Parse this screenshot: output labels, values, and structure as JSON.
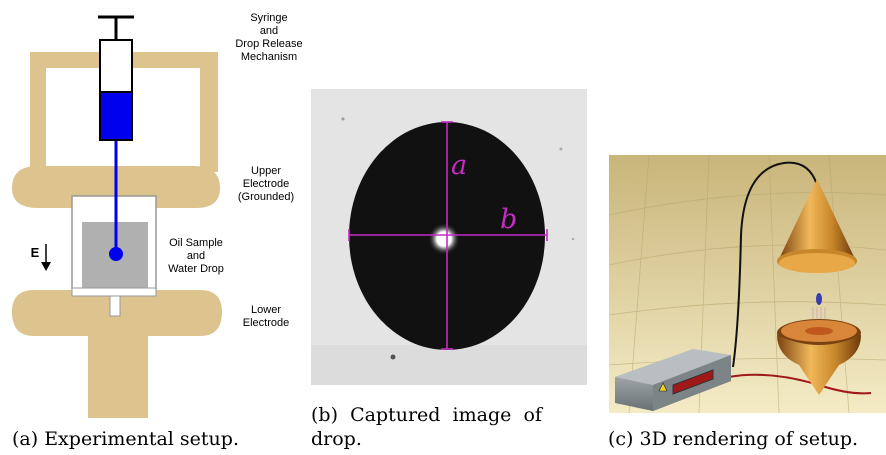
{
  "panel_a": {
    "labels": {
      "syringe": "Syringe\nand\nDrop Release\nMechanism",
      "upper_electrode": "Upper\nElectrode\n(Grounded)",
      "oil_sample": "Oil Sample\nand\nWater Drop",
      "lower_electrode": "Lower\nElectrode",
      "field": "E"
    },
    "caption": "(a) Experimental setup.",
    "colors": {
      "frame": "#ddc48f",
      "syringe_liquid": "#0000ee",
      "oil": "#b0b0b0",
      "drop": "#0000ee"
    }
  },
  "panel_b": {
    "symbols": {
      "a": "a",
      "b": "b"
    },
    "caption_line1": "(b)  Captured  image  of",
    "caption_line2": "drop.",
    "colors": {
      "axes": "#c42cc4",
      "drop": "#111111"
    }
  },
  "panel_c": {
    "caption": "(c) 3D rendering of setup.",
    "colors": {
      "electrode": "#c8862a",
      "box": "#8a9196",
      "display": "#a01818",
      "floor": "#e8d9a0"
    }
  }
}
